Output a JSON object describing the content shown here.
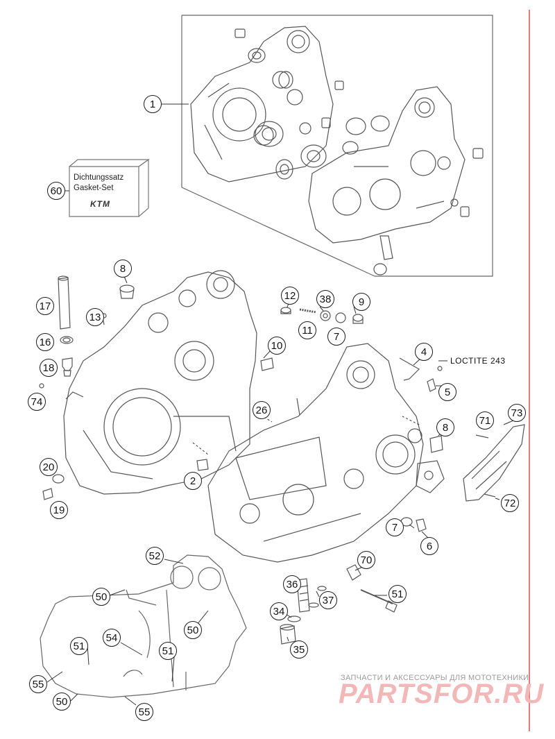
{
  "gasket_set": {
    "line1": "Dichtungssatz",
    "line2": "Gasket-Set",
    "logo": "KTM"
  },
  "loctite": "LOCTITE 243",
  "watermark": {
    "small": "ЗАПЧАСТИ И АКСЕССУАРЫ ДЛЯ МОТОТЕХНИКИ",
    "big": "PARTSFOR.RU"
  },
  "callouts": [
    {
      "id": "c1",
      "label": "1"
    },
    {
      "id": "c60",
      "label": "60"
    },
    {
      "id": "c8a",
      "label": "8"
    },
    {
      "id": "c17",
      "label": "17"
    },
    {
      "id": "c13",
      "label": "13"
    },
    {
      "id": "c12",
      "label": "12"
    },
    {
      "id": "c38",
      "label": "38"
    },
    {
      "id": "c9",
      "label": "9"
    },
    {
      "id": "c11",
      "label": "11"
    },
    {
      "id": "c7a",
      "label": "7"
    },
    {
      "id": "c16",
      "label": "16"
    },
    {
      "id": "c10",
      "label": "10"
    },
    {
      "id": "c4",
      "label": "4"
    },
    {
      "id": "c18",
      "label": "18"
    },
    {
      "id": "c5",
      "label": "5"
    },
    {
      "id": "c74",
      "label": "74"
    },
    {
      "id": "c26",
      "label": "26"
    },
    {
      "id": "c73",
      "label": "73"
    },
    {
      "id": "c71",
      "label": "71"
    },
    {
      "id": "c8b",
      "label": "8"
    },
    {
      "id": "c20",
      "label": "20"
    },
    {
      "id": "c2",
      "label": "2"
    },
    {
      "id": "c72",
      "label": "72"
    },
    {
      "id": "c19",
      "label": "19"
    },
    {
      "id": "c7b",
      "label": "7"
    },
    {
      "id": "c6",
      "label": "6"
    },
    {
      "id": "c52",
      "label": "52"
    },
    {
      "id": "c70",
      "label": "70"
    },
    {
      "id": "c36",
      "label": "36"
    },
    {
      "id": "c50a",
      "label": "50"
    },
    {
      "id": "c37",
      "label": "37"
    },
    {
      "id": "c51a",
      "label": "51"
    },
    {
      "id": "c34",
      "label": "34"
    },
    {
      "id": "c50b",
      "label": "50"
    },
    {
      "id": "c54",
      "label": "54"
    },
    {
      "id": "c51b",
      "label": "51"
    },
    {
      "id": "c35",
      "label": "35"
    },
    {
      "id": "c51c",
      "label": "51"
    },
    {
      "id": "c55a",
      "label": "55"
    },
    {
      "id": "c50c",
      "label": "50"
    },
    {
      "id": "c55b",
      "label": "55"
    }
  ]
}
